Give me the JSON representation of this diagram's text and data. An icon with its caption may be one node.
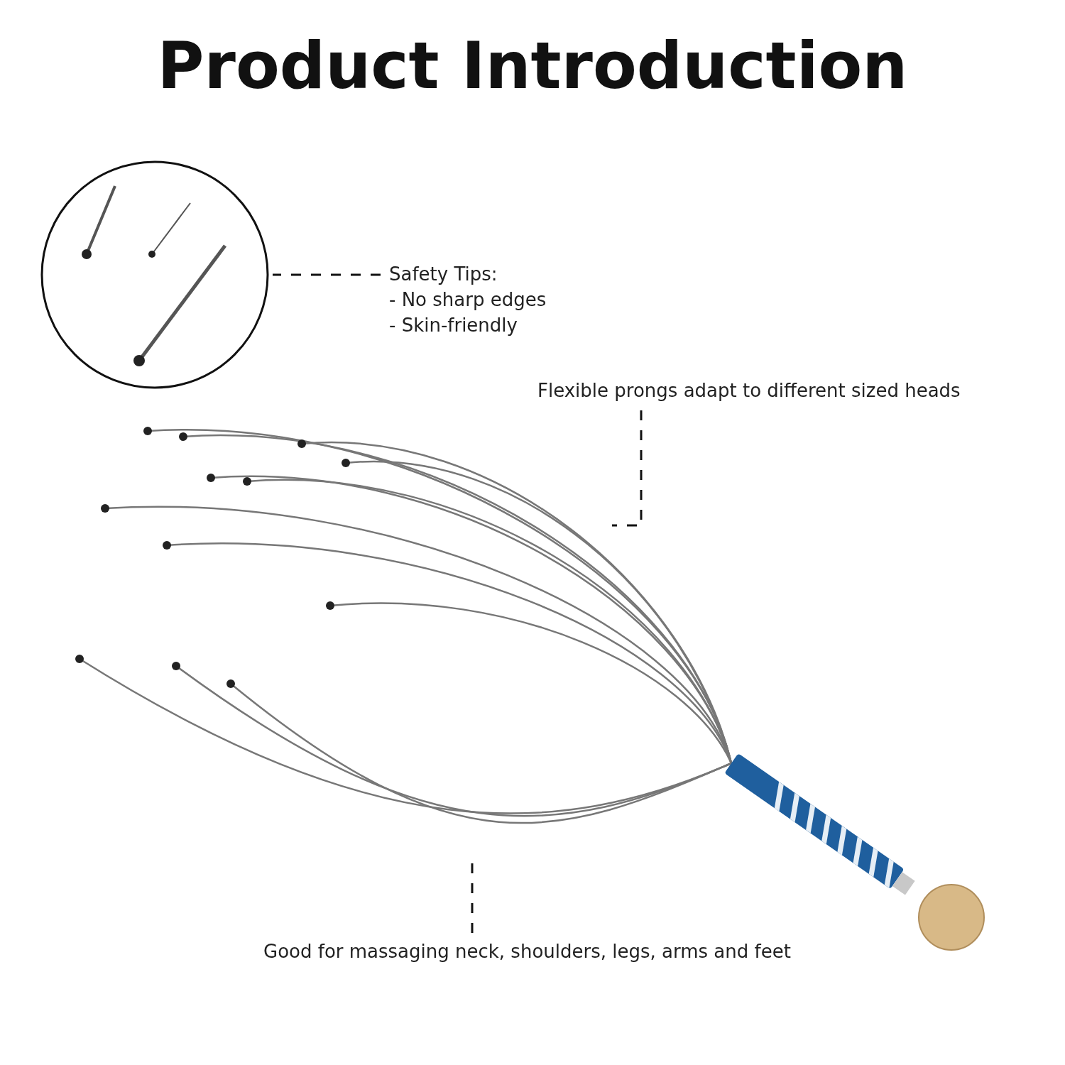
{
  "diagram": {
    "title": "Product Introduction",
    "nodes": [
      {
        "text": [
          "Safety Tips:",
          "- No sharp edges",
          "- Skin-friendly"
        ]
      },
      {
        "text": [],
        "shape": "picture"
      },
      {
        "text": [
          "Flexible prongs adapt to different sized heads"
        ]
      },
      {
        "text": [],
        "shape": "picture"
      },
      {
        "text": [
          "Good for massaging neck, shoulders, legs, arms and feet"
        ]
      }
    ],
    "edges": [
      {
        "from": 0,
        "to": 1,
        "arrow": "none",
        "style": "dashed"
      },
      {
        "from": 2,
        "to": 3,
        "arrow": "none",
        "style": "dashed"
      },
      {
        "from": 4,
        "to": 3,
        "arrow": "none",
        "style": "dashed"
      }
    ]
  }
}
